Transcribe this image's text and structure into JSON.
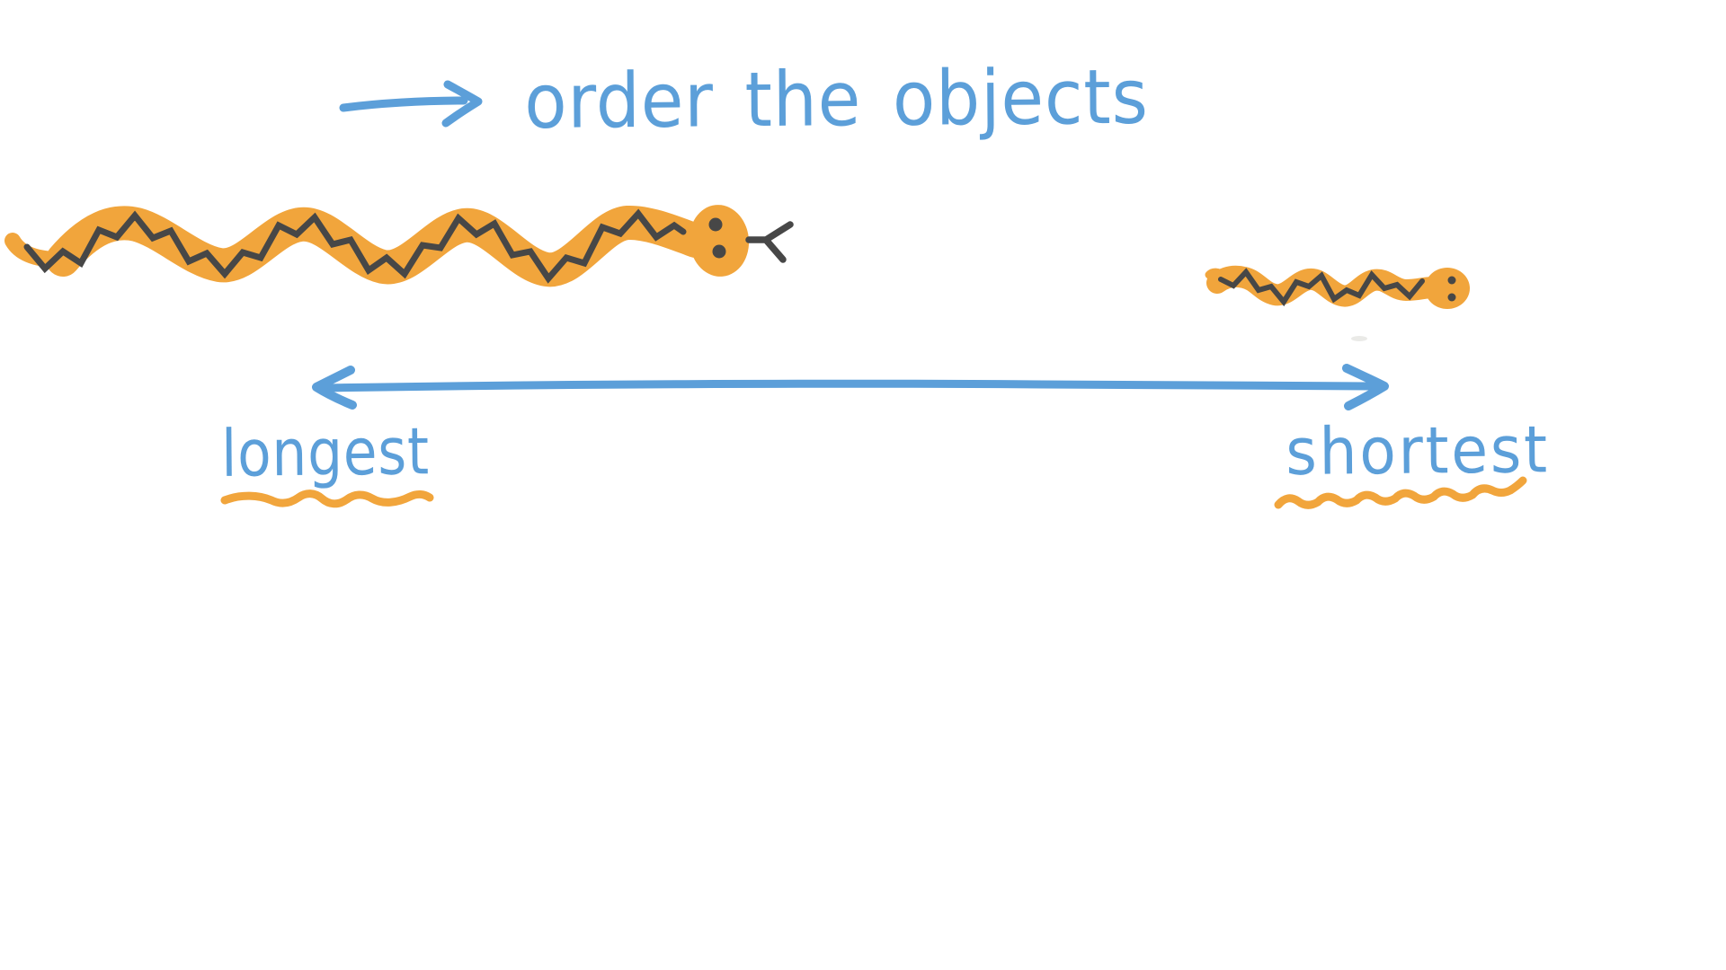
{
  "title": {
    "text": "order the objects",
    "arrow_icon": "right-arrow-icon"
  },
  "scale": {
    "left_label": "longest",
    "right_label": "shortest",
    "axis_icon": "double-headed-arrow-icon"
  },
  "drawings": {
    "long_snake": "long-snake-drawing",
    "short_snake": "short-snake-drawing"
  },
  "colors": {
    "blue": "#5C9FD9",
    "orange": "#F1A53C",
    "dark": "#474747",
    "background": "#FFFFFF"
  }
}
